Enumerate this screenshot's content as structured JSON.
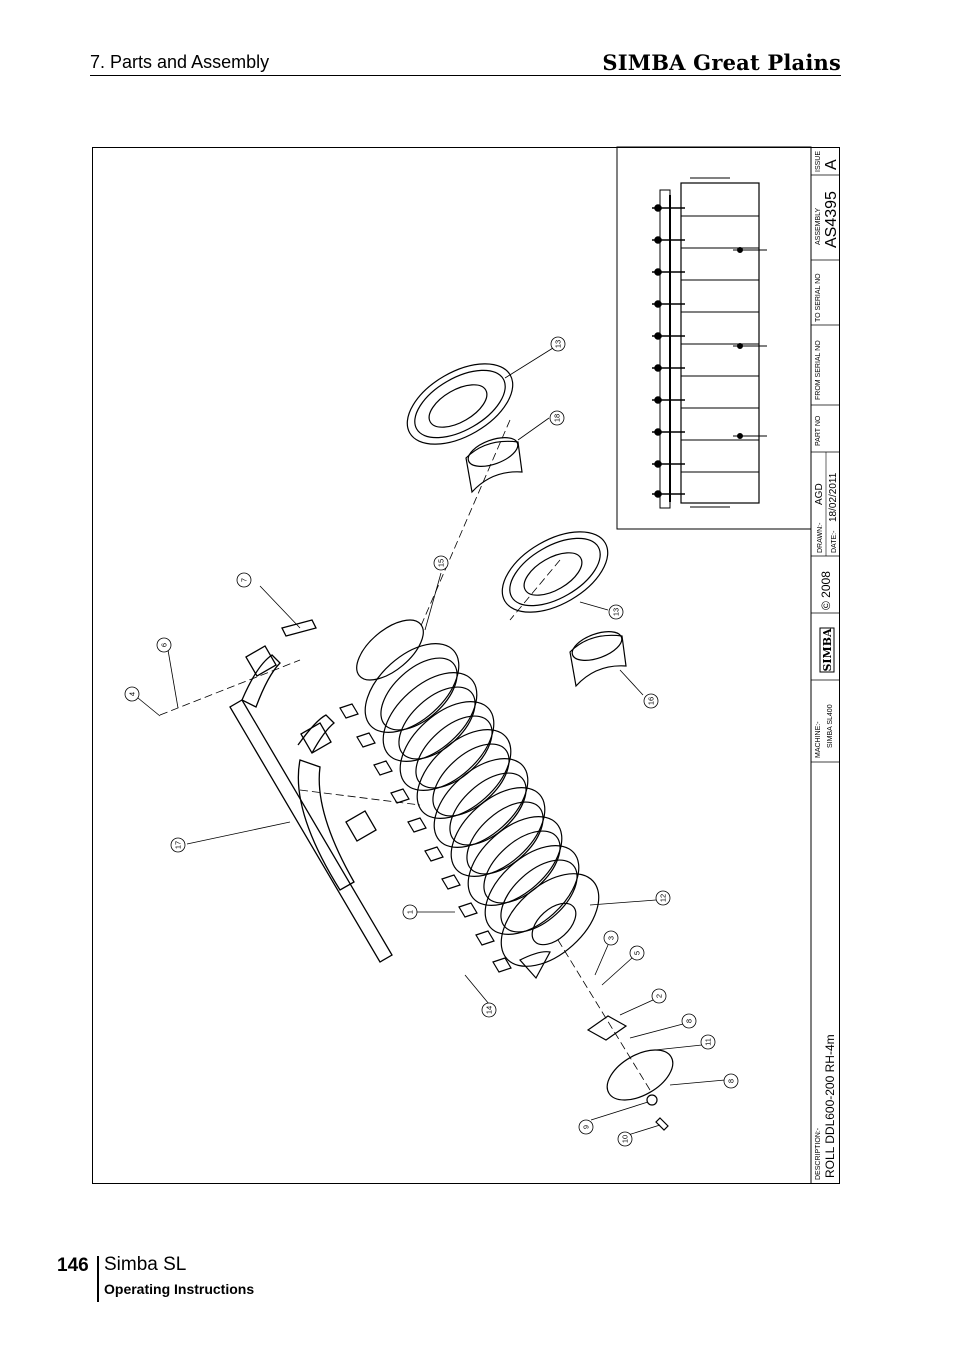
{
  "header": {
    "section_title": "7. Parts and Assembly",
    "brand": "SIMBA Great Plains"
  },
  "title_block": {
    "issue_label": "ISSUE",
    "issue_value": "A",
    "assembly_label": "ASSEMBLY",
    "assembly_value": "AS4395",
    "to_serial_label": "TO SERIAL NO",
    "from_serial_label": "FROM SERIAL NO",
    "part_no_label": "PART NO",
    "drawn_label": "DRAWN:-",
    "drawn_value": "AGD",
    "date_label": "DATE:-",
    "date_value": "18/02/2011",
    "logo_text": "SIMBA",
    "copyright": "© 2008",
    "machine_label": "MACHINE:-",
    "machine_value": "SIMBA SL400",
    "description_label": "DESCRIPTION:-",
    "description_value": "ROLL DDL600-200 RH-4m"
  },
  "callouts": [
    "1",
    "2",
    "3",
    "4",
    "5",
    "6",
    "7",
    "8",
    "8",
    "9",
    "10",
    "11",
    "12",
    "13",
    "13",
    "14",
    "15",
    "16",
    "17",
    "18"
  ],
  "footer": {
    "page_number": "146",
    "product": "Simba SL",
    "subtitle": "Operating Instructions"
  }
}
